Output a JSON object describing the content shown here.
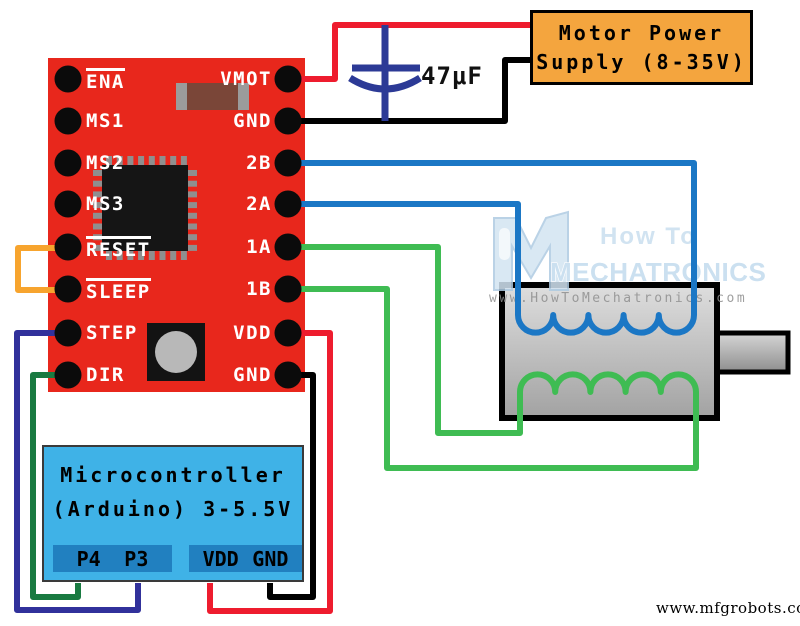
{
  "colors": {
    "board_red": "#e8271c",
    "wire_red": "#ee1c2e",
    "wire_black": "#000000",
    "wire_blue": "#1b77c5",
    "wire_green": "#3fbc53",
    "wire_navy": "#31319b",
    "wire_dark_green": "#197a41",
    "wire_orange": "#f7a42e",
    "capacitor_blue": "#2c3a96",
    "supply_orange": "#f4a53e",
    "mcu_blue": "#3fb2e7",
    "mcu_strip_blue": "#2180c0"
  },
  "driver_board": {
    "left_pins": [
      {
        "label": "ENA",
        "overline": true
      },
      {
        "label": "MS1",
        "overline": false
      },
      {
        "label": "MS2",
        "overline": false
      },
      {
        "label": "MS3",
        "overline": false
      },
      {
        "label": "RESET",
        "overline": true
      },
      {
        "label": "SLEEP",
        "overline": true
      },
      {
        "label": "STEP",
        "overline": false
      },
      {
        "label": "DIR",
        "overline": false
      }
    ],
    "right_pins": [
      {
        "label": "VMOT"
      },
      {
        "label": "GND"
      },
      {
        "label": "2B"
      },
      {
        "label": "2A"
      },
      {
        "label": "1A"
      },
      {
        "label": "1B"
      },
      {
        "label": "VDD"
      },
      {
        "label": "GND"
      }
    ]
  },
  "capacitor": {
    "value": "47μF"
  },
  "power_supply": {
    "line1": "Motor Power",
    "line2": "Supply (8-35V)"
  },
  "microcontroller": {
    "title": "Microcontroller",
    "subtitle": "(Arduino) 3-5.5V",
    "ports": [
      "P4",
      "P3",
      "VDD",
      "GND"
    ]
  },
  "watermark": {
    "line1": "How To",
    "line2": "MECHATRONICS",
    "url": "www.HowToMechatronics.com"
  },
  "footer": {
    "credit": "www.mfgrobots.com"
  }
}
